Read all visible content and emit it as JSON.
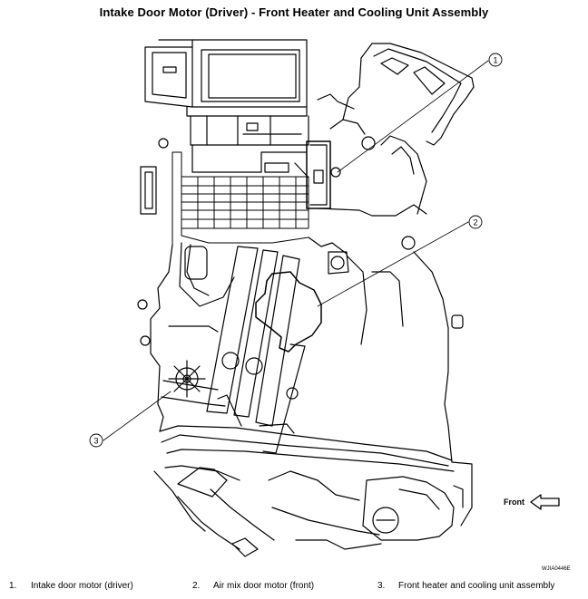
{
  "title": "Intake Door Motor (Driver) - Front Heater and Cooling Unit Assembly",
  "callouts": [
    {
      "number": "1"
    },
    {
      "number": "2"
    },
    {
      "number": "3"
    }
  ],
  "direction": {
    "label": "Front",
    "icon": "left-arrow-icon"
  },
  "reference_code": "WJIA0446E",
  "legend": [
    {
      "number": "1.",
      "text": "Intake door motor (driver)"
    },
    {
      "number": "2.",
      "text": "Air mix door motor (front)"
    },
    {
      "number": "3.",
      "text": "Front heater and cooling unit assembly"
    }
  ]
}
